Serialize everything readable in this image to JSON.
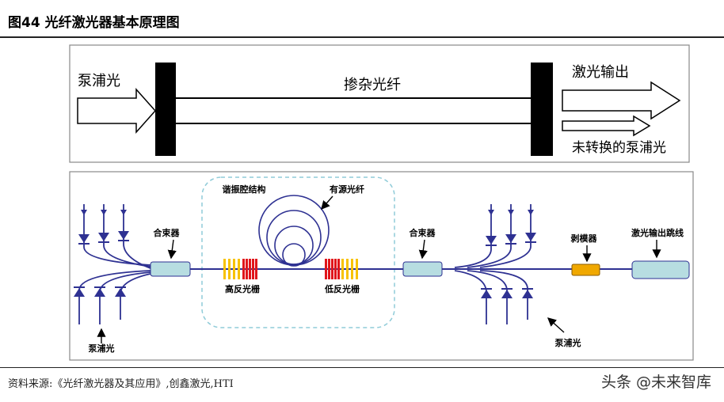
{
  "figure_title": "图44 光纤激光器基本原理图",
  "top_diagram": {
    "pump_light": "泵浦光",
    "doped_fiber": "掺杂光纤",
    "laser_output": "激光输出",
    "unconverted_pump": "未转换的泵浦光"
  },
  "bottom_diagram": {
    "resonator": "谐振腔结构",
    "active_fiber": "有源光纤",
    "combiner_left": "合束器",
    "combiner_right": "合束器",
    "high_reflector": "高反光栅",
    "low_reflector": "低反光栅",
    "mode_stripper": "剥模器",
    "output_jumper": "激光输出跳线",
    "pump_left": "泵浦光",
    "pump_right": "泵浦光"
  },
  "source_text": "资料来源:《光纤激光器及其应用》,创鑫激光,HTI",
  "watermark": "头条 @未来智库",
  "colors": {
    "fiber": "#2e3192",
    "combiner": "#b7dde1",
    "mode_stripper": "#f0a800",
    "grating_red": "#e0151b",
    "grating_yellow": "#f7c200",
    "dashed_border": "#8fcbd8"
  }
}
